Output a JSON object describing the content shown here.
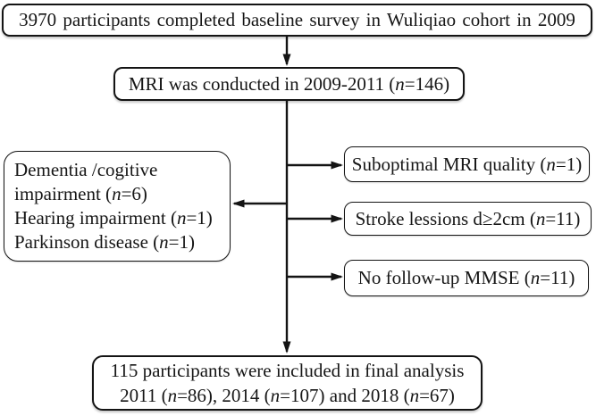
{
  "colors": {
    "background": "#ffffff",
    "line": "#141414",
    "text": "#161616",
    "box_fill": "#ffffff"
  },
  "flowchart": {
    "baseline": {
      "segments": [
        {
          "text": "3970 participants completed baseline survey in Wuliqiao cohort in 2009"
        }
      ]
    },
    "mri": {
      "segments": [
        {
          "text": "MRI was conducted in 2009-2011 ("
        },
        {
          "text": "n",
          "italic": true
        },
        {
          "text": "=146)"
        }
      ]
    },
    "clinical_exclusions": {
      "lines": [
        [
          {
            "text": "Dementia /cogitive"
          }
        ],
        [
          {
            "text": "impairment ("
          },
          {
            "text": "n",
            "italic": true
          },
          {
            "text": "=6)"
          }
        ],
        [
          {
            "text": "Hearing impairment ("
          },
          {
            "text": "n",
            "italic": true
          },
          {
            "text": "=1)"
          }
        ],
        [
          {
            "text": "Parkinson disease ("
          },
          {
            "text": "n",
            "italic": true
          },
          {
            "text": "=1)"
          }
        ]
      ]
    },
    "mri_quality_exclusion": {
      "segments": [
        {
          "text": "Suboptimal MRI quality ("
        },
        {
          "text": "n",
          "italic": true
        },
        {
          "text": "=1)"
        }
      ]
    },
    "stroke_exclusion": {
      "segments": [
        {
          "text": "Stroke lessions d≥2cm ("
        },
        {
          "text": "n",
          "italic": true
        },
        {
          "text": "=11)"
        }
      ]
    },
    "mmse_exclusion": {
      "segments": [
        {
          "text": "No follow-up MMSE ("
        },
        {
          "text": "n",
          "italic": true
        },
        {
          "text": "=11)"
        }
      ]
    },
    "final_analysis": {
      "lines": [
        [
          {
            "text": "115 participants were included in final analysis"
          }
        ],
        [
          {
            "text": "2011 ("
          },
          {
            "text": "n",
            "italic": true
          },
          {
            "text": "=86), 2014 ("
          },
          {
            "text": "n",
            "italic": true
          },
          {
            "text": "=107) and 2018 ("
          },
          {
            "text": "n",
            "italic": true
          },
          {
            "text": "=67)"
          }
        ]
      ]
    }
  }
}
